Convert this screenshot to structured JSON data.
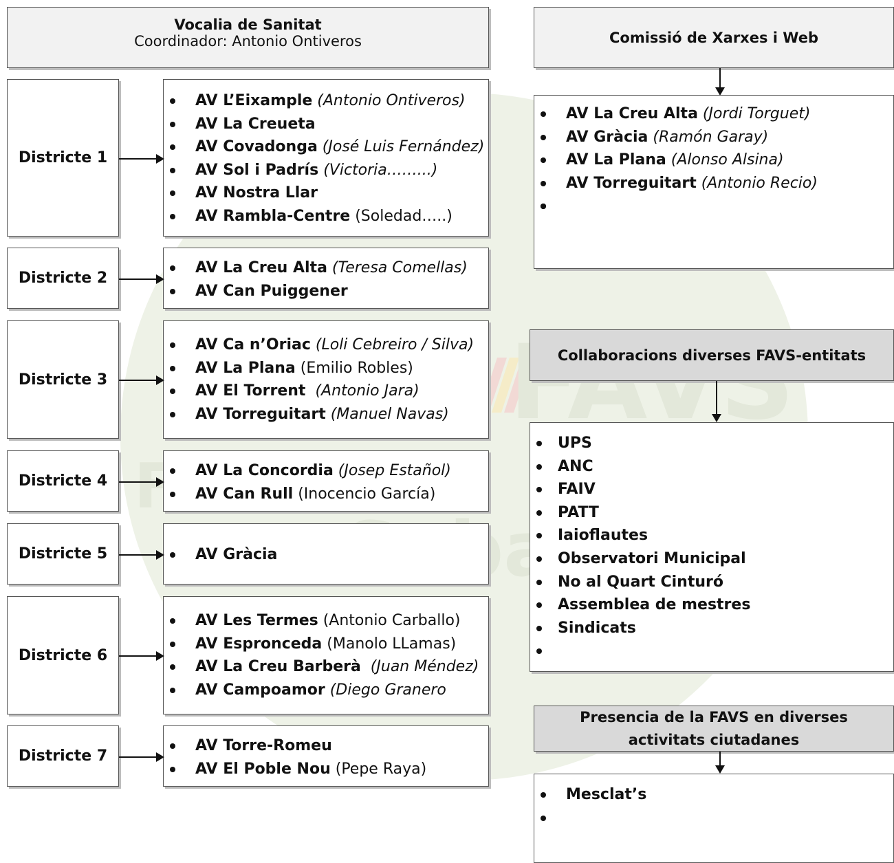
{
  "watermark": {
    "line1": "FAVS",
    "line2": "Federació",
    "line3": "Sabadell"
  },
  "colors": {
    "watermark_circle": "#eef2e7",
    "header_light": "#f2f2f2",
    "header_gray": "#d9d9d9",
    "stripe_red": "#f2d9d5",
    "stripe_yellow": "#f5ecc8"
  },
  "vocalia": {
    "title": "Vocalia de Sanitat",
    "subtitle": "Coordinador: Antonio Ontiveros"
  },
  "districts": [
    {
      "name": "Districte 1",
      "items": [
        {
          "name": "AV L’Eixample",
          "person": " (Antonio Ontiveros)",
          "person_italic": true
        },
        {
          "name": "AV La Creueta",
          "person": "",
          "person_italic": false
        },
        {
          "name": "AV Covadonga",
          "person": " (José Luis Fernández)",
          "person_italic": true
        },
        {
          "name": "AV Sol i Padrís",
          "person": " (Victoria……...)",
          "person_italic": true
        },
        {
          "name": "AV Nostra Llar",
          "person": "",
          "person_italic": false
        },
        {
          "name": "AV Rambla-Centre",
          "person": " (Soledad…..)",
          "person_italic": false
        }
      ]
    },
    {
      "name": "Districte 2",
      "items": [
        {
          "name": "AV La Creu Alta",
          "person": " (Teresa Comellas)",
          "person_italic": true
        },
        {
          "name": "AV Can Puiggener",
          "person": "",
          "person_italic": false
        }
      ]
    },
    {
      "name": "Districte 3",
      "items": [
        {
          "name": "AV Ca n’Oriac",
          "person": " (Loli Cebreiro / Silva)",
          "person_italic": true
        },
        {
          "name": "AV La Plana",
          "person": " (Emilio Robles)",
          "person_italic": false
        },
        {
          "name": "AV El Torrent",
          "person": "  (Antonio Jara)",
          "person_italic": true
        },
        {
          "name": "AV Torreguitart",
          "person": " (Manuel Navas)",
          "person_italic": true
        }
      ]
    },
    {
      "name": "Districte 4",
      "items": [
        {
          "name": "AV La Concordia",
          "person": " (Josep Estañol)",
          "person_italic": true
        },
        {
          "name": "AV Can Rull",
          "person": " (Inocencio García)",
          "person_italic": false
        }
      ]
    },
    {
      "name": "Districte 5",
      "items": [
        {
          "name": "AV Gràcia",
          "person": "",
          "person_italic": false
        }
      ]
    },
    {
      "name": "Districte 6",
      "items": [
        {
          "name": "AV Les Termes",
          "person": " (Antonio Carballo)",
          "person_italic": false
        },
        {
          "name": "AV Espronceda",
          "person": " (Manolo LLamas)",
          "person_italic": false
        },
        {
          "name": "AV La Creu Barberà",
          "person": "  (Juan Méndez)",
          "person_italic": true
        },
        {
          "name": "AV Campoamor",
          "person": " (Diego Granero",
          "person_italic": true
        }
      ]
    },
    {
      "name": "Districte 7",
      "items": [
        {
          "name": "AV Torre-Romeu",
          "person": "",
          "person_italic": false
        },
        {
          "name": "AV El Poble Nou",
          "person": " (Pepe Raya)",
          "person_italic": false
        }
      ]
    }
  ],
  "xarxes": {
    "title": "Comissió de Xarxes i Web",
    "items": [
      {
        "name": "AV La Creu Alta",
        "person": " (Jordi Torguet)",
        "person_italic": true
      },
      {
        "name": "AV Gràcia",
        "person": " (Ramón Garay)",
        "person_italic": true
      },
      {
        "name": "AV La Plana",
        "person": " (Alonso Alsina)",
        "person_italic": true
      },
      {
        "name": "AV Torreguitart",
        "person": " (Antonio Recio)",
        "person_italic": true
      },
      {
        "name": "",
        "person": "",
        "person_italic": false
      },
      {
        "name": "",
        "person": "",
        "person_italic": false
      },
      {
        "name": "",
        "person": "",
        "person_italic": false
      }
    ]
  },
  "collaboracions": {
    "title": "Collaboracions diverses FAVS-entitats",
    "items": [
      {
        "name": "UPS",
        "person": "",
        "person_italic": false
      },
      {
        "name": "ANC",
        "person": "",
        "person_italic": false
      },
      {
        "name": "FAIV",
        "person": "",
        "person_italic": false
      },
      {
        "name": "PATT",
        "person": "",
        "person_italic": false
      },
      {
        "name": "Iaioflautes",
        "person": "",
        "person_italic": false
      },
      {
        "name": "Observatori Municipal",
        "person": "",
        "person_italic": false
      },
      {
        "name": "No al Quart Cinturó",
        "person": "",
        "person_italic": false
      },
      {
        "name": "Assemblea de mestres",
        "person": "",
        "person_italic": false
      },
      {
        "name": "Sindicats",
        "person": "",
        "person_italic": false
      },
      {
        "name": "",
        "person": "",
        "person_italic": false
      }
    ]
  },
  "presencia": {
    "title": "Presencia de la FAVS en diverses activitats ciutadanes",
    "items": [
      {
        "name": "Mesclat’s",
        "person": "",
        "person_italic": false
      },
      {
        "name": "",
        "person": "",
        "person_italic": false
      }
    ]
  }
}
